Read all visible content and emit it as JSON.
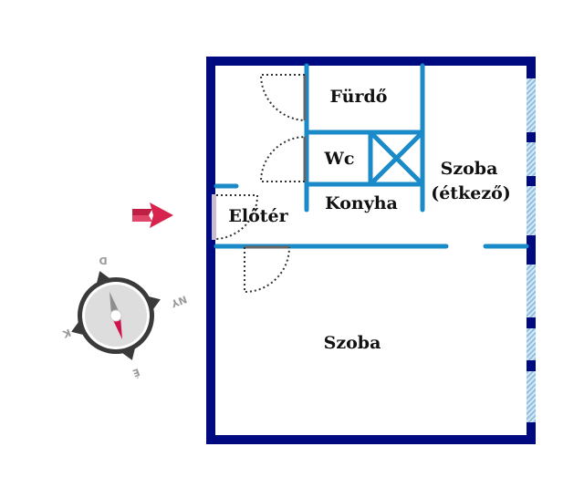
{
  "floorplan": {
    "rooms": [
      {
        "id": "furdo",
        "label": "Fürdő"
      },
      {
        "id": "wc",
        "label": "Wc"
      },
      {
        "id": "konyha",
        "label": "Konyha"
      },
      {
        "id": "eloter",
        "label": "Előtér"
      },
      {
        "id": "szoba-etkezo",
        "line1": "Szoba",
        "line2": "(étkező)"
      },
      {
        "id": "szoba",
        "label": "Szoba"
      }
    ],
    "entrance_arrow": "entrance-arrow-icon",
    "colors": {
      "outer_wall": "#000a80",
      "inner_wall": "#1a8ac8",
      "window": "#a9cfe8",
      "door_arc": "#333333",
      "door_leaf": "#666666",
      "entrance_door": "#c8bcd6",
      "arrow": "#d6244f"
    }
  },
  "compass": {
    "labels": {
      "top": "D",
      "right": "NY",
      "left": "K",
      "bottom": "É"
    },
    "icon": "compass-icon"
  }
}
